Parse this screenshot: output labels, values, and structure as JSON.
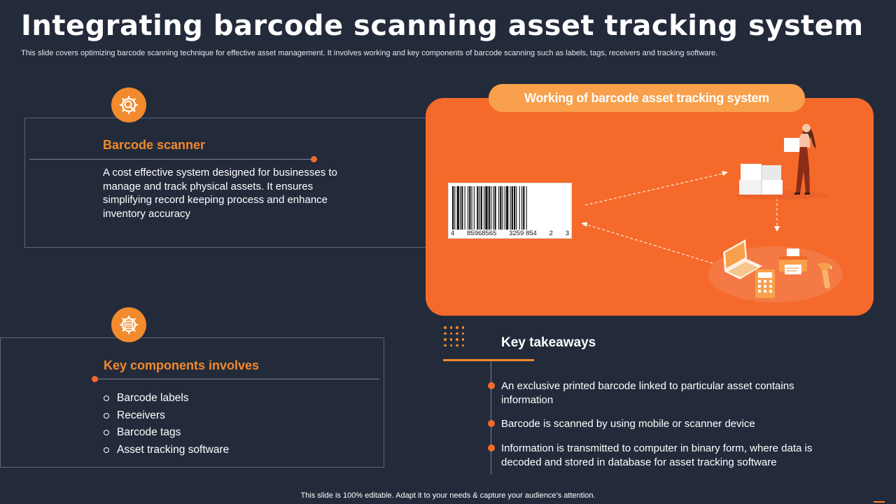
{
  "header": {
    "title": "Integrating barcode scanning asset tracking system",
    "subtitle": "This slide covers optimizing barcode scanning technique for effective asset management. It involves working and key components of barcode scanning such as labels, tags, receivers and tracking software."
  },
  "scanner_section": {
    "heading": "Barcode scanner",
    "description": "A cost effective system designed for businesses to manage and track physical assets. It ensures simplifying record keeping process and enhance inventory  accuracy",
    "icon": "gear-magnifier-icon"
  },
  "components_section": {
    "heading": "Key components involves",
    "icon": "gear-barcode-icon",
    "items": [
      "Barcode labels",
      "Receivers",
      "Barcode tags",
      "Asset tracking software"
    ]
  },
  "working_section": {
    "title": "Working of barcode asset tracking system",
    "barcode_digits": [
      "4",
      "85968565",
      "3259 854",
      "2",
      "3"
    ]
  },
  "takeaways": {
    "title": "Key takeaways",
    "items": [
      "An exclusive printed barcode  linked to particular asset contains information",
      "Barcode is scanned by using mobile or scanner device",
      "Information  is transmitted to computer in binary form, where data is decoded and stored in  database for asset tracking software"
    ]
  },
  "footer": {
    "text": "This slide is 100% editable. Adapt it to your needs & capture your audience’s attention."
  },
  "colors": {
    "background": "#232b3b",
    "accent": "#f28a2e",
    "orange_panel": "#f56a2a",
    "pill": "#f8a04b"
  }
}
